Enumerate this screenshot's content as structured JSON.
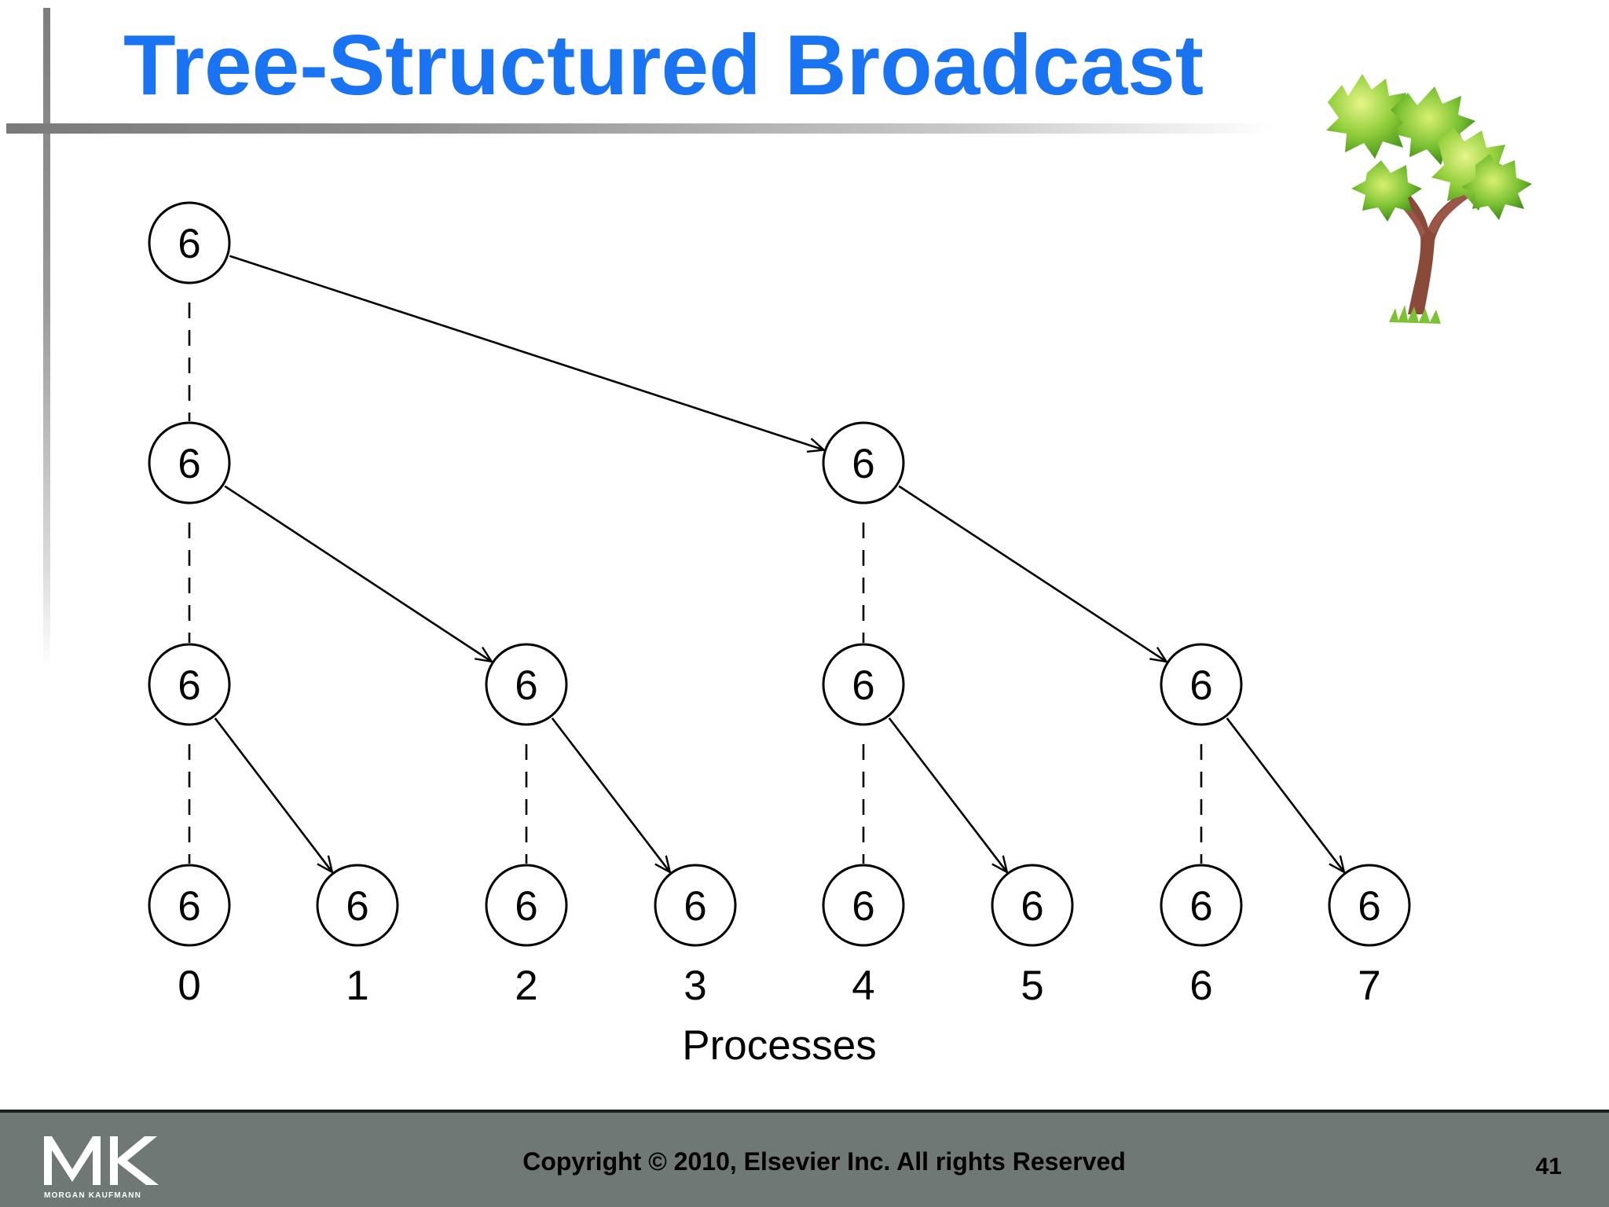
{
  "slide": {
    "title": "Tree-Structured Broadcast"
  },
  "diagram": {
    "nodes": [
      {
        "id": "r0c0",
        "value": "6"
      },
      {
        "id": "r1c0",
        "value": "6"
      },
      {
        "id": "r1c4",
        "value": "6"
      },
      {
        "id": "r2c0",
        "value": "6"
      },
      {
        "id": "r2c2",
        "value": "6"
      },
      {
        "id": "r2c4",
        "value": "6"
      },
      {
        "id": "r2c6",
        "value": "6"
      },
      {
        "id": "r3c0",
        "value": "6"
      },
      {
        "id": "r3c1",
        "value": "6"
      },
      {
        "id": "r3c2",
        "value": "6"
      },
      {
        "id": "r3c3",
        "value": "6"
      },
      {
        "id": "r3c4",
        "value": "6"
      },
      {
        "id": "r3c5",
        "value": "6"
      },
      {
        "id": "r3c6",
        "value": "6"
      },
      {
        "id": "r3c7",
        "value": "6"
      }
    ],
    "send_edges": [
      {
        "from": "r0c0",
        "to": "r1c4"
      },
      {
        "from": "r1c0",
        "to": "r2c2"
      },
      {
        "from": "r1c4",
        "to": "r2c6"
      },
      {
        "from": "r2c0",
        "to": "r3c1"
      },
      {
        "from": "r2c2",
        "to": "r3c3"
      },
      {
        "from": "r2c4",
        "to": "r3c5"
      },
      {
        "from": "r2c6",
        "to": "r3c7"
      }
    ],
    "same_process_edges": [
      {
        "from": "r0c0",
        "to": "r1c0"
      },
      {
        "from": "r1c0",
        "to": "r2c0"
      },
      {
        "from": "r2c0",
        "to": "r3c0"
      },
      {
        "from": "r1c4",
        "to": "r2c4"
      },
      {
        "from": "r2c4",
        "to": "r3c4"
      },
      {
        "from": "r2c2",
        "to": "r3c2"
      },
      {
        "from": "r2c6",
        "to": "r3c6"
      }
    ],
    "process_labels": [
      "0",
      "1",
      "2",
      "3",
      "4",
      "5",
      "6",
      "7"
    ],
    "axis_label": "Processes"
  },
  "footer": {
    "logo_letters": "MK",
    "logo_subtitle": "MORGAN KAUFMANN",
    "copyright": "Copyright © 2010, Elsevier Inc. All rights Reserved",
    "page_number": "41"
  },
  "colors": {
    "title": "#1a73f0",
    "footer_bg": "#6f7874",
    "stroke": "#000000"
  }
}
